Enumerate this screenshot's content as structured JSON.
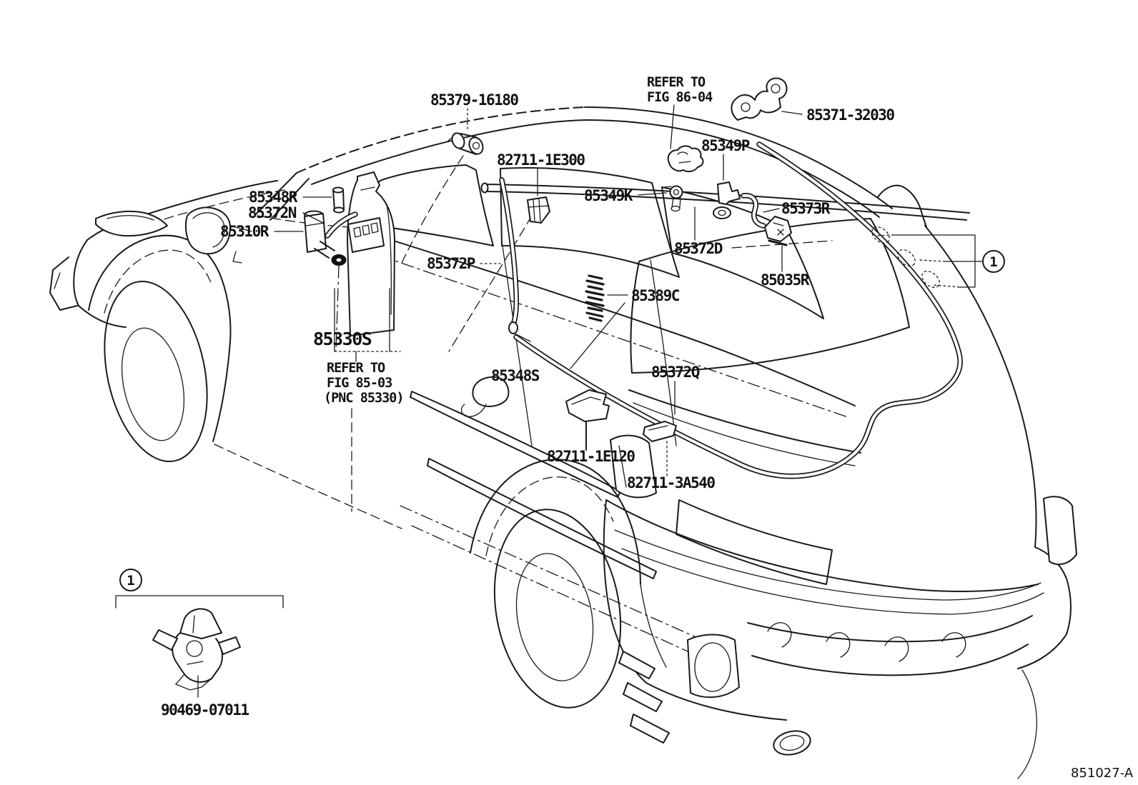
{
  "page": {
    "background": "#ffffff",
    "ink_color": "#1a1a1a"
  },
  "figure": {
    "figure_code": "851027-A",
    "callout": "1",
    "labels": {
      "roof_nozzle": "85379-16180",
      "refer_fig_86": [
        "REFER TO",
        "FIG 86-04"
      ],
      "harness_clamp": "85371-32030",
      "roof_hose_clamp": "82711-1E300",
      "hose_joint_k": "85349K",
      "hose_joint_p": "85349P",
      "hose_r": "85373R",
      "grommet_r": "85348R",
      "hose_n": "85372N",
      "washer_pump": "85310R",
      "hose_p": "85372P",
      "hose_d": "85372D",
      "rear_nozzle": "85035R",
      "hose_spring": "85389C",
      "washer_jar": "85330S",
      "refer_fig_85": [
        "REFER TO",
        "FIG 85-03",
        "(PNC 85330)"
      ],
      "grommet_s": "85348S",
      "hose_q": "85372Q",
      "clamp_1e120": "82711-1E120",
      "clamp_3a540": "82711-3A540",
      "hose_clip": "90469-07011"
    }
  }
}
